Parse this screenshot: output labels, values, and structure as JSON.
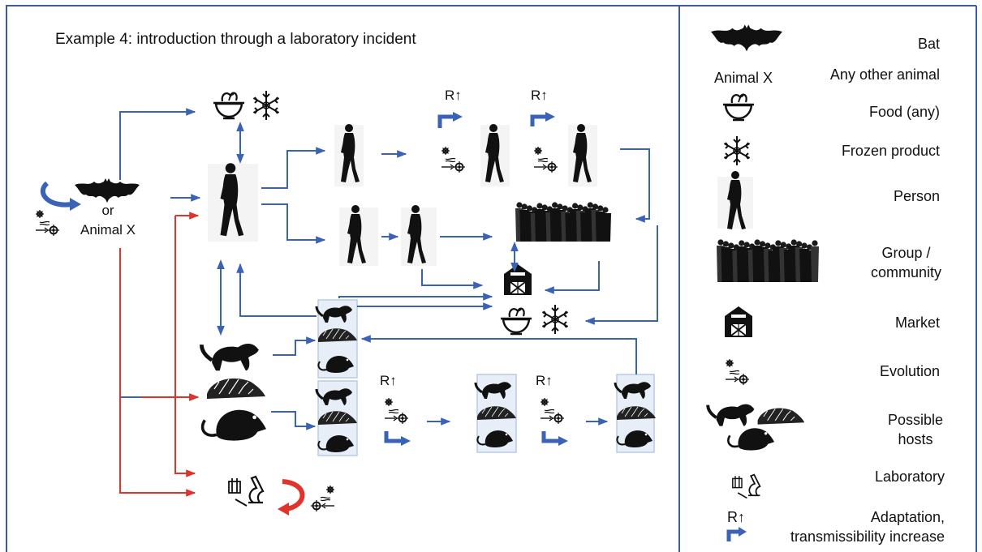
{
  "title": "Example 4: introduction through a laboratory incident",
  "source": {
    "or": "or",
    "animal_x": "Animal X"
  },
  "adaptation_marker": "R↑",
  "legend": {
    "items": [
      {
        "icon": "bat-icon",
        "label": "Bat"
      },
      {
        "icon": "animal-x-label",
        "icon_text": "Animal X",
        "label": "Any other animal"
      },
      {
        "icon": "food-bowl-icon",
        "label": "Food (any)"
      },
      {
        "icon": "snowflake-icon",
        "label": "Frozen product"
      },
      {
        "icon": "person-icon",
        "label": "Person"
      },
      {
        "icon": "crowd-icon",
        "label_line1": "Group /",
        "label_line2": "community"
      },
      {
        "icon": "barn-icon",
        "label": "Market"
      },
      {
        "icon": "evolution-icon",
        "label": "Evolution"
      },
      {
        "icon": "possible-hosts-icon",
        "label_line1": "Possible",
        "label_line2": "hosts"
      },
      {
        "icon": "laboratory-icon",
        "label": "Laboratory"
      },
      {
        "icon": "adaptation-icon",
        "icon_text": "R↑",
        "label_line1": "Adaptation,",
        "label_line2": "transmissibility increase"
      }
    ]
  },
  "colors": {
    "blue_arrow": "#3a62b5",
    "red_arrow": "#e0332b",
    "frame": "#3d5a9e",
    "silhouette": "#111111",
    "host_box_border": "#b9cbe6"
  }
}
